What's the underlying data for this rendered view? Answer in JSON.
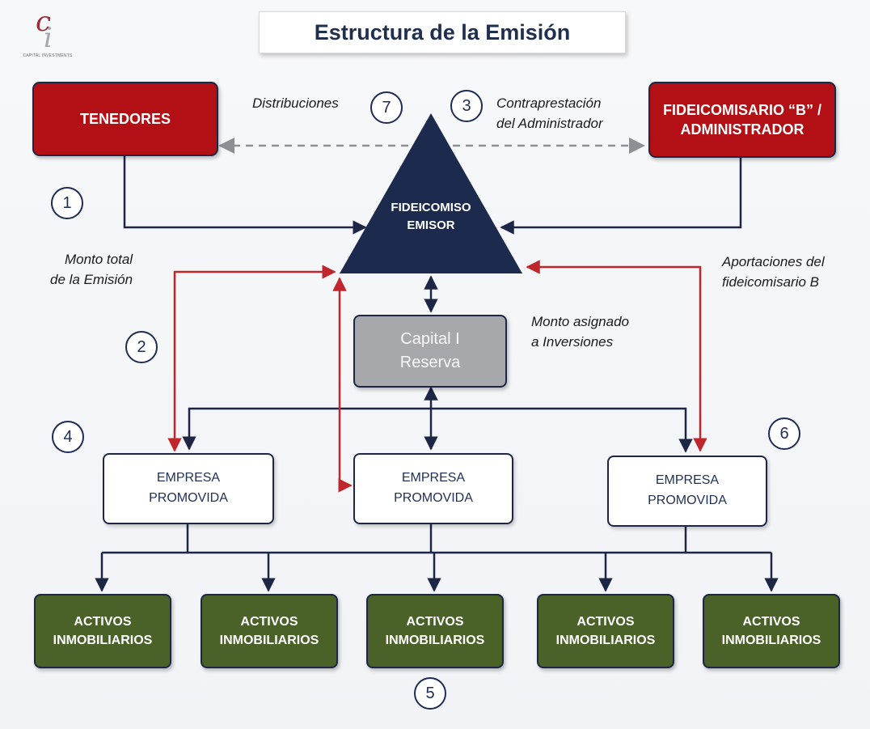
{
  "title": "Estructura de la Emisión",
  "logo": {
    "letter_top": "c",
    "letter_main": "i",
    "tagline": "CAPITAL INVESTMENTS"
  },
  "nodes": {
    "tenedores": "TENEDORES",
    "fideicomisario_b": [
      "FIDEICOMISARIO “B” /",
      "ADMINISTRADOR"
    ],
    "fideicomiso_emisor": [
      "FIDEICOMISO",
      "EMISOR"
    ],
    "capital_reserva": [
      "Capital I",
      "Reserva"
    ],
    "empresas": [
      [
        "EMPRESA",
        "PROMOVIDA"
      ],
      [
        "EMPRESA",
        "PROMOVIDA"
      ],
      [
        "EMPRESA",
        "PROMOVIDA"
      ]
    ],
    "activos": [
      [
        "ACTIVOS",
        "INMOBILIARIOS"
      ],
      [
        "ACTIVOS",
        "INMOBILIARIOS"
      ],
      [
        "ACTIVOS",
        "INMOBILIARIOS"
      ],
      [
        "ACTIVOS",
        "INMOBILIARIOS"
      ],
      [
        "ACTIVOS",
        "INMOBILIARIOS"
      ]
    ]
  },
  "labels": {
    "distribuciones": "Distribuciones",
    "contraprestacion": [
      "Contraprestación",
      "del Administrador"
    ],
    "monto_total": [
      "Monto total",
      "de la Emisión"
    ],
    "aportaciones": [
      "Aportaciones del",
      "fideicomisario B"
    ],
    "monto_asignado": [
      "Monto asignado",
      "a Inversiones"
    ]
  },
  "steps": [
    "1",
    "2",
    "3",
    "4",
    "5",
    "6",
    "7"
  ],
  "colors": {
    "navy": "#1d2745",
    "red": "#b21014",
    "red_arrow": "#c0272d",
    "green": "#4a6128",
    "grey": "#a6a8ab",
    "dashed": "#8c8f94"
  }
}
